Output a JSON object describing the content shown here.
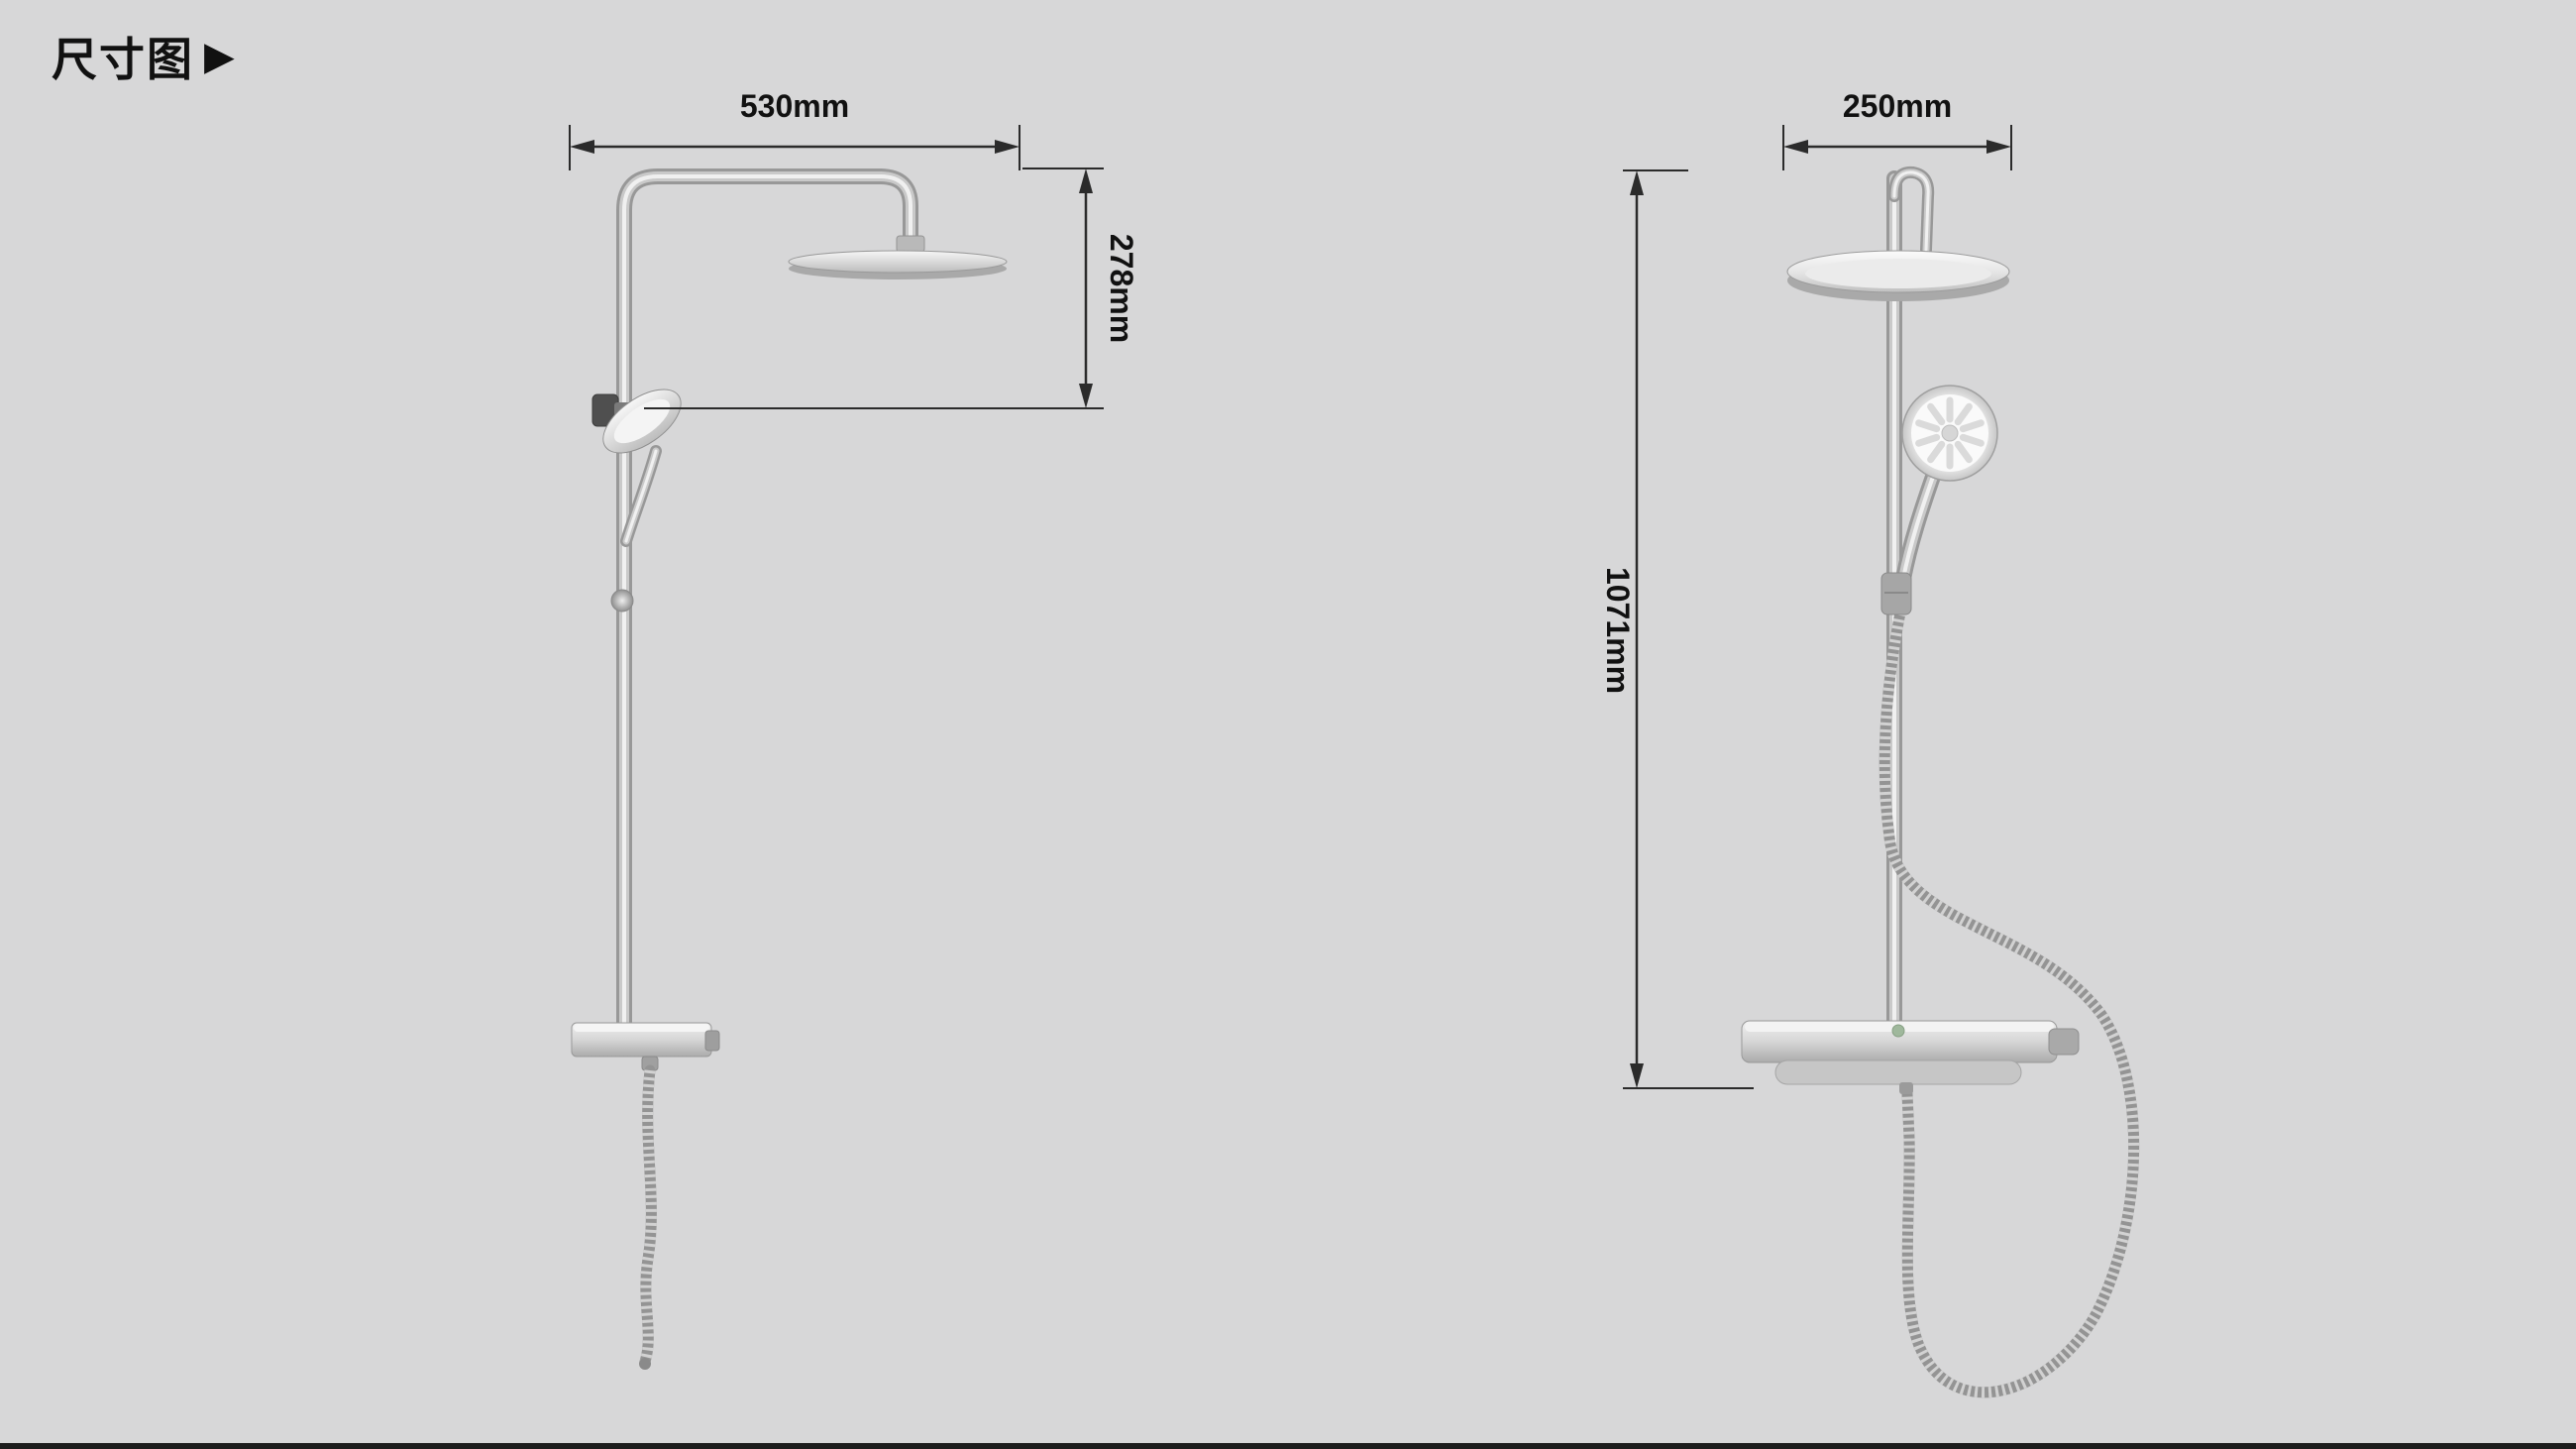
{
  "title": {
    "text": "尺寸图",
    "arrow": "▶"
  },
  "dimensions": {
    "side_view": {
      "top_arm_width": "530mm",
      "head_drop_height": "278mm"
    },
    "front_view": {
      "head_width": "250mm",
      "column_height": "1071mm"
    }
  },
  "colors": {
    "background": "#d7d7d8",
    "dimension_line": "#2b2b2b",
    "chrome_light": "#f0f0f0",
    "chrome_mid": "#c9c9c9",
    "chrome_dark": "#989898"
  }
}
